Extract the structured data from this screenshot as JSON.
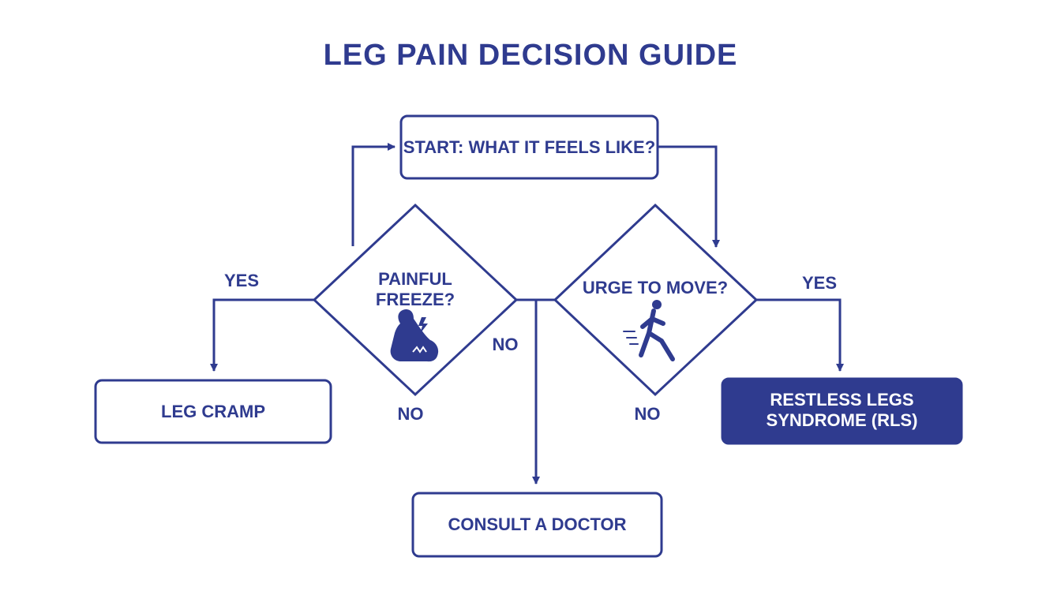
{
  "title": "LEG PAIN DECISION GUIDE",
  "nodes": {
    "start": "START: WHAT IT FEELS LIKE?",
    "painful_freeze_line1": "PAINFUL",
    "painful_freeze_line2": "FREEZE?",
    "urge_to_move": "URGE TO MOVE?",
    "leg_cramp": "LEG CRAMP",
    "rls_line1": "RESTLESS LEGS",
    "rls_line2": "SYNDROME (RLS)",
    "consult": "CONSULT A DOCTOR"
  },
  "edge_labels": {
    "freeze_yes": "YES",
    "freeze_no_right": "NO",
    "freeze_no_bottom": "NO",
    "urge_yes": "YES",
    "urge_no": "NO"
  },
  "icons": {
    "freeze": "flexed-arm-lightning-icon",
    "urge": "running-person-icon"
  },
  "colors": {
    "primary": "#2f3b8f",
    "background": "#ffffff",
    "text_on_dark": "#ffffff"
  }
}
